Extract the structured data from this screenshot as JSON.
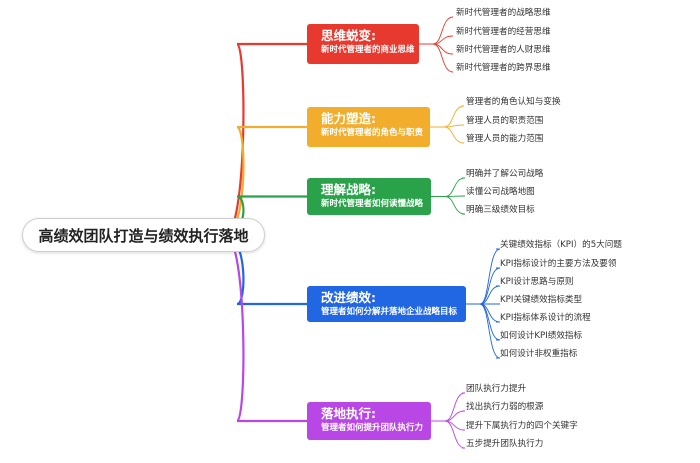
{
  "root": {
    "label": "高绩效团队打造与绩效执行落地"
  },
  "branches": [
    {
      "title": "思维蜕变:",
      "subtitle": "新时代管理者的商业思维",
      "color": "#e8392f",
      "leaves": [
        "新时代管理者的战略思维",
        "新时代管理者的经营思维",
        "新时代管理者的人财思维",
        "新时代管理者的跨界思维"
      ]
    },
    {
      "title": "能力塑造:",
      "subtitle": "新时代管理者的角色与职责",
      "color": "#f2ad2c",
      "leaves": [
        "管理者的角色认知与变换",
        "管理人员的职责范围",
        "管理人员的能力范围"
      ]
    },
    {
      "title": "理解战略:",
      "subtitle": "新时代管理者如何读懂战略",
      "color": "#2aa24a",
      "leaves": [
        "明确并了解公司战略",
        "读懂公司战略地图",
        "明确三级绩效目标"
      ]
    },
    {
      "title": "改进绩效:",
      "subtitle": "管理者如何分解并落地企业战略目标",
      "color": "#2166e3",
      "leaves": [
        "关键绩效指标（KPI）的5大问题",
        "KPI指标设计的主要方法及要领",
        "KPI设计思路与原则",
        "KPI关键绩效指标类型",
        "KPI指标体系设计的流程",
        "如何设计KPI绩效指标",
        "如何设计非权重指标"
      ]
    },
    {
      "title": "落地执行:",
      "subtitle": "管理者如何提升团队执行力",
      "color": "#b847e6",
      "leaves": [
        "团队执行力提升",
        "找出执行力弱的根源",
        "提升下属执行力的四个关键字",
        "五步提升团队执行力"
      ]
    }
  ]
}
